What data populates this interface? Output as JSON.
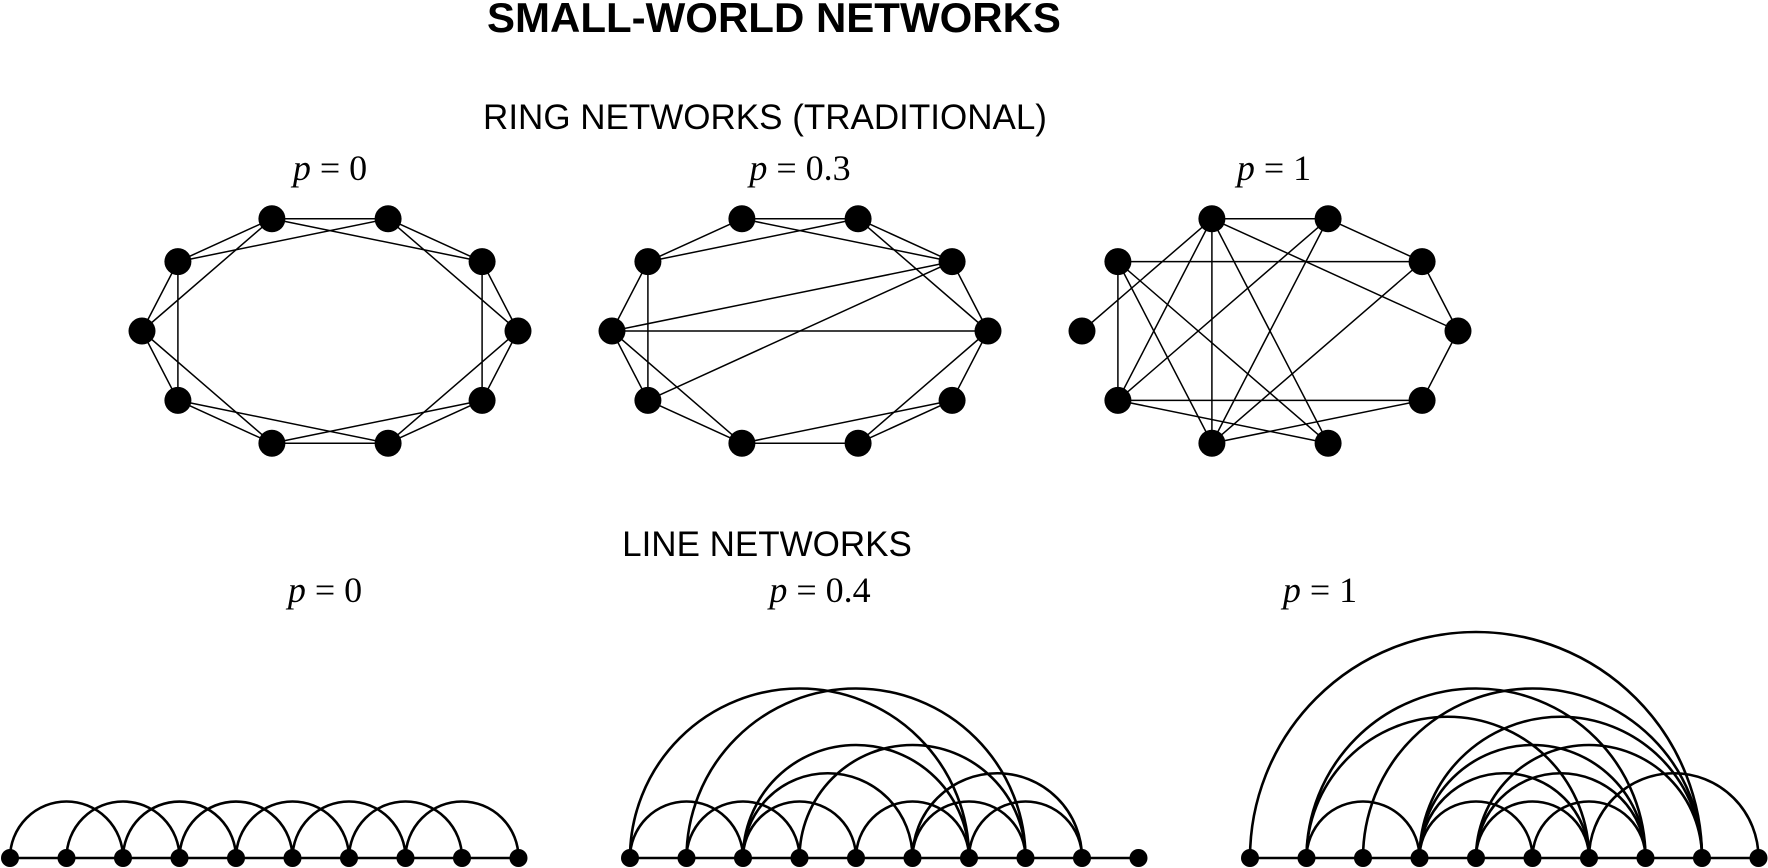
{
  "title": "SMALL-WORLD NETWORKS",
  "ring_section": {
    "title": "RING NETWORKS (TRADITIONAL)",
    "panels": [
      {
        "label": {
          "var": "p",
          "eq": " = ",
          "value": "0"
        },
        "nodes": 10,
        "edges": [
          [
            0,
            1
          ],
          [
            1,
            2
          ],
          [
            2,
            3
          ],
          [
            3,
            4
          ],
          [
            4,
            5
          ],
          [
            5,
            6
          ],
          [
            6,
            7
          ],
          [
            7,
            8
          ],
          [
            8,
            9
          ],
          [
            9,
            0
          ],
          [
            0,
            2
          ],
          [
            1,
            3
          ],
          [
            2,
            4
          ],
          [
            3,
            5
          ],
          [
            4,
            6
          ],
          [
            5,
            7
          ],
          [
            6,
            8
          ],
          [
            7,
            9
          ],
          [
            8,
            0
          ],
          [
            9,
            1
          ]
        ]
      },
      {
        "label": {
          "var": "p",
          "eq": " = ",
          "value": "0.3"
        },
        "nodes": 10,
        "edges": [
          [
            0,
            1
          ],
          [
            1,
            2
          ],
          [
            2,
            3
          ],
          [
            3,
            4
          ],
          [
            4,
            5
          ],
          [
            5,
            6
          ],
          [
            6,
            7
          ],
          [
            7,
            8
          ],
          [
            8,
            9
          ],
          [
            9,
            0
          ],
          [
            0,
            2
          ],
          [
            1,
            3
          ],
          [
            3,
            5
          ],
          [
            4,
            6
          ],
          [
            6,
            8
          ],
          [
            7,
            9
          ],
          [
            9,
            1
          ],
          [
            2,
            8
          ],
          [
            2,
            7
          ],
          [
            8,
            3
          ]
        ]
      },
      {
        "label": {
          "var": "p",
          "eq": " = ",
          "value": "1"
        },
        "nodes": 10,
        "edges": [
          [
            0,
            1
          ],
          [
            1,
            2
          ],
          [
            2,
            3
          ],
          [
            3,
            4
          ],
          [
            0,
            5
          ],
          [
            0,
            3
          ],
          [
            0,
            6
          ],
          [
            0,
            7
          ],
          [
            0,
            8
          ],
          [
            5,
            9
          ],
          [
            6,
            9
          ],
          [
            6,
            1
          ],
          [
            6,
            2
          ],
          [
            6,
            4
          ],
          [
            7,
            9
          ],
          [
            7,
            1
          ],
          [
            7,
            4
          ],
          [
            5,
            7
          ],
          [
            9,
            2
          ]
        ]
      }
    ]
  },
  "line_section": {
    "title": "LINE NETWORKS",
    "panels": [
      {
        "label": {
          "var": "p",
          "eq": " = ",
          "value": "0"
        },
        "nodes": 10,
        "arcs": [
          [
            0,
            2
          ],
          [
            1,
            3
          ],
          [
            2,
            4
          ],
          [
            3,
            5
          ],
          [
            4,
            6
          ],
          [
            5,
            7
          ],
          [
            6,
            8
          ],
          [
            7,
            9
          ]
        ]
      },
      {
        "label": {
          "var": "p",
          "eq": " = ",
          "value": "0.4"
        },
        "nodes": 10,
        "arcs": [
          [
            0,
            2
          ],
          [
            1,
            3
          ],
          [
            2,
            4
          ],
          [
            4,
            6
          ],
          [
            5,
            7
          ],
          [
            0,
            6
          ],
          [
            1,
            7
          ],
          [
            2,
            6
          ],
          [
            2,
            5
          ],
          [
            5,
            8
          ],
          [
            3,
            7
          ],
          [
            6,
            8
          ]
        ]
      },
      {
        "label": {
          "var": "p",
          "eq": " = ",
          "value": "1"
        },
        "nodes": 10,
        "arcs": [
          [
            0,
            8
          ],
          [
            1,
            3
          ],
          [
            1,
            6
          ],
          [
            1,
            7
          ],
          [
            2,
            8
          ],
          [
            3,
            6
          ],
          [
            3,
            7
          ],
          [
            3,
            5
          ],
          [
            3,
            8
          ],
          [
            4,
            6
          ],
          [
            4,
            7
          ],
          [
            4,
            8
          ],
          [
            5,
            7
          ],
          [
            6,
            9
          ]
        ]
      }
    ]
  }
}
